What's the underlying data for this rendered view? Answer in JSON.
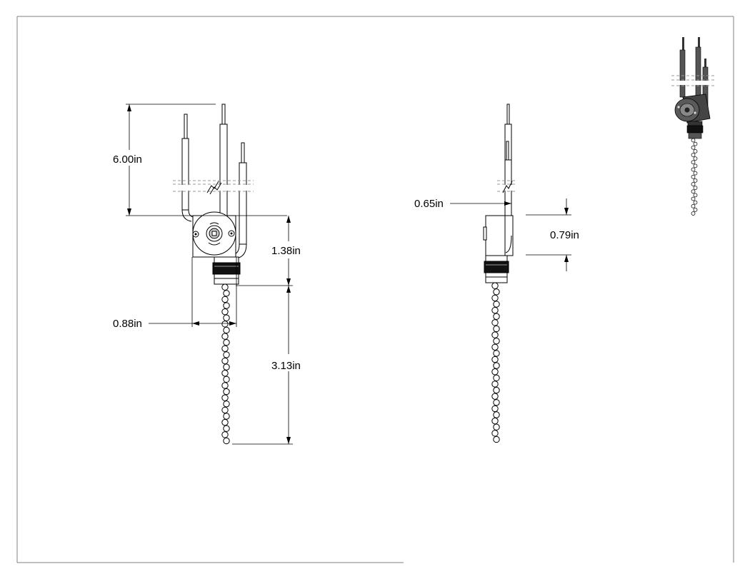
{
  "dimensions": {
    "wire_length": "6.00in",
    "housing_height": "1.38in",
    "housing_width": "0.88in",
    "chain_length": "3.13in",
    "side_depth": "0.65in",
    "side_height": "0.79in"
  },
  "colors": {
    "line": "#000000",
    "frame": "#808080",
    "break_dash": "#9a9a9a",
    "band": "#111111",
    "iso_body": "#444444"
  }
}
